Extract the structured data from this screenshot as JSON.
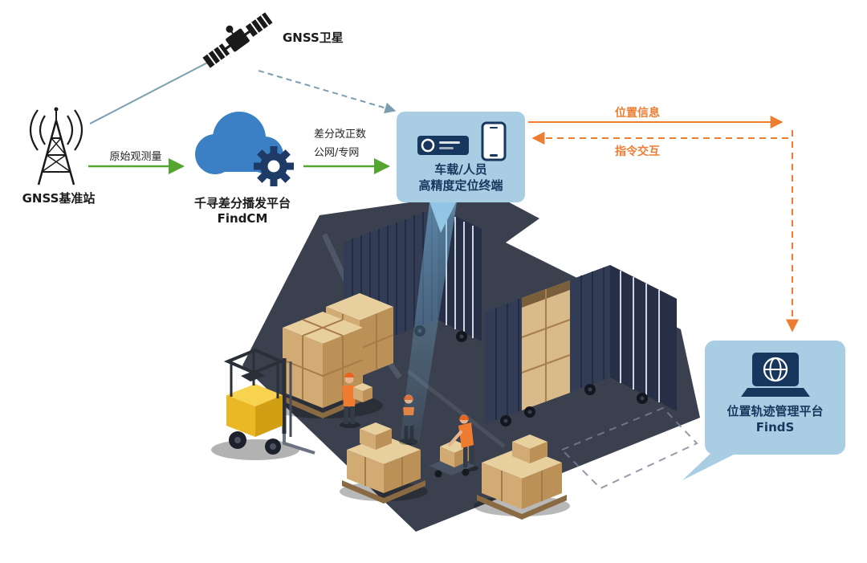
{
  "nodes": {
    "satellite": {
      "label": "GNSS卫星"
    },
    "base_station": {
      "label": "GNSS基准站"
    },
    "cloud": {
      "name": "千寻差分播发平台",
      "product": "FindCM"
    },
    "terminal": {
      "line1": "车载/人员",
      "line2": "高精度定位终端"
    },
    "management": {
      "name": "位置轨迹管理平台",
      "product": "FindS"
    }
  },
  "edges": {
    "raw_observation": "原始观测量",
    "correction_line1": "差分改正数",
    "correction_line2": "公网/专网",
    "position_info": "位置信息",
    "command_interaction": "指令交互"
  },
  "icons": {
    "satellite": "gnss-satellite-icon",
    "base_station": "radio-tower-icon",
    "cloud": "cloud-with-gear-icon",
    "terminal_receiver": "receiver-box-icon",
    "terminal_phone": "smartphone-icon",
    "management": "laptop-globe-icon"
  },
  "colors": {
    "bubble_bg": "#a9cee3",
    "bubble_text": "#17375e",
    "green_arrow": "#55a630",
    "orange_arrow": "#ed7d31",
    "satellite_link": "#7b9fb0",
    "cloud_blue": "#3b80c4",
    "gear_navy": "#1e3a66",
    "container_navy": "#323c55",
    "platform_gray": "#3a404d",
    "box_tan": "#d2ab74",
    "forklift_yellow": "#f2c12e"
  }
}
